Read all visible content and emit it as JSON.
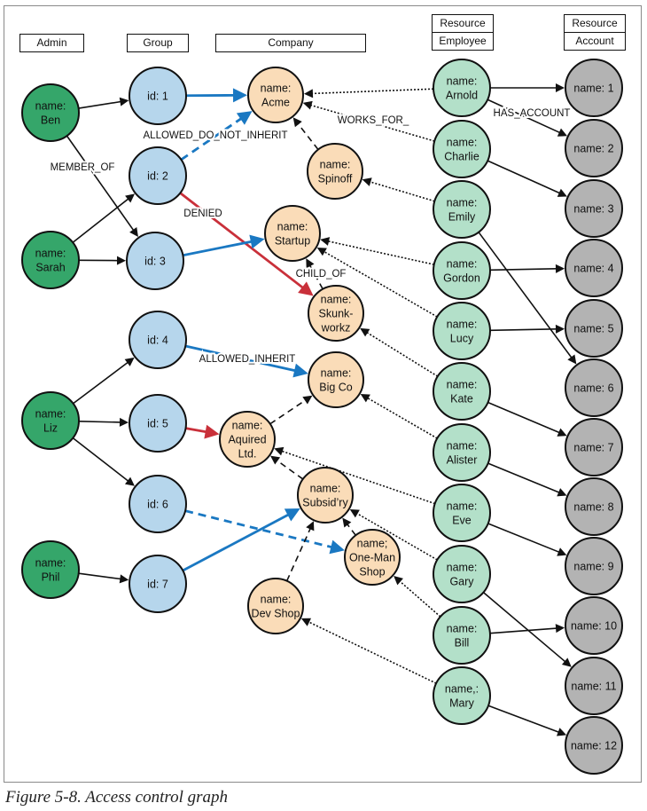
{
  "caption": "Figure 5-8. Access control graph",
  "colors": {
    "admin": "#35a66a",
    "group": "#b6d6ec",
    "company": "#fadcb8",
    "employee": "#b3e0c9",
    "account": "#b3b3b3",
    "allowed": "#1a78c2",
    "denied": "#c9303a",
    "stroke": "#111111"
  },
  "headers": [
    {
      "id": "admin",
      "lines": [
        "Admin"
      ]
    },
    {
      "id": "group",
      "lines": [
        "Group"
      ]
    },
    {
      "id": "company",
      "lines": [
        "Company"
      ]
    },
    {
      "id": "employee",
      "lines": [
        "Resource",
        "Employee"
      ]
    },
    {
      "id": "account",
      "lines": [
        "Resource",
        "Account"
      ]
    }
  ],
  "nodes": [
    {
      "id": "ben",
      "type": "admin",
      "lines": [
        "name:",
        "Ben"
      ]
    },
    {
      "id": "sarah",
      "type": "admin",
      "lines": [
        "name:",
        "Sarah"
      ]
    },
    {
      "id": "liz",
      "type": "admin",
      "lines": [
        "name:",
        "Liz"
      ]
    },
    {
      "id": "phil",
      "type": "admin",
      "lines": [
        "name:",
        "Phil"
      ]
    },
    {
      "id": "g1",
      "type": "group",
      "lines": [
        "id: 1"
      ]
    },
    {
      "id": "g2",
      "type": "group",
      "lines": [
        "id: 2"
      ]
    },
    {
      "id": "g3",
      "type": "group",
      "lines": [
        "id: 3"
      ]
    },
    {
      "id": "g4",
      "type": "group",
      "lines": [
        "id: 4"
      ]
    },
    {
      "id": "g5",
      "type": "group",
      "lines": [
        "id: 5"
      ]
    },
    {
      "id": "g6",
      "type": "group",
      "lines": [
        "id: 6"
      ]
    },
    {
      "id": "g7",
      "type": "group",
      "lines": [
        "id: 7"
      ]
    },
    {
      "id": "acme",
      "type": "company",
      "lines": [
        "name:",
        "Acme"
      ]
    },
    {
      "id": "spinoff",
      "type": "company",
      "lines": [
        "name:",
        "Spinoff"
      ]
    },
    {
      "id": "startup",
      "type": "company",
      "lines": [
        "name:",
        "Startup"
      ]
    },
    {
      "id": "skunkworkz",
      "type": "company",
      "lines": [
        "name:",
        "Skunk-",
        "workz"
      ]
    },
    {
      "id": "bigco",
      "type": "company",
      "lines": [
        "name:",
        "Big Co"
      ]
    },
    {
      "id": "aquired",
      "type": "company",
      "lines": [
        "name:",
        "Aquired",
        "Ltd."
      ]
    },
    {
      "id": "subsidry",
      "type": "company",
      "lines": [
        "name:",
        "Subsid’ry"
      ]
    },
    {
      "id": "onemanshop",
      "type": "company",
      "lines": [
        "name;",
        "One-Man",
        "Shop"
      ]
    },
    {
      "id": "devshop",
      "type": "company",
      "lines": [
        "name:",
        "Dev Shop"
      ]
    },
    {
      "id": "arnold",
      "type": "employee",
      "lines": [
        "name:",
        "Arnold"
      ]
    },
    {
      "id": "charlie",
      "type": "employee",
      "lines": [
        "name:",
        "Charlie"
      ]
    },
    {
      "id": "emily",
      "type": "employee",
      "lines": [
        "name:",
        "Emily"
      ]
    },
    {
      "id": "gordon",
      "type": "employee",
      "lines": [
        "name:",
        "Gordon"
      ]
    },
    {
      "id": "lucy",
      "type": "employee",
      "lines": [
        "name:",
        "Lucy"
      ]
    },
    {
      "id": "kate",
      "type": "employee",
      "lines": [
        "name:",
        "Kate"
      ]
    },
    {
      "id": "alister",
      "type": "employee",
      "lines": [
        "name:",
        "Alister"
      ]
    },
    {
      "id": "eve",
      "type": "employee",
      "lines": [
        "name:",
        "Eve"
      ]
    },
    {
      "id": "gary",
      "type": "employee",
      "lines": [
        "name:",
        "Gary"
      ]
    },
    {
      "id": "bill",
      "type": "employee",
      "lines": [
        "name:",
        "Bill"
      ]
    },
    {
      "id": "mary",
      "type": "employee",
      "lines": [
        "name,:",
        "Mary"
      ]
    },
    {
      "id": "a1",
      "type": "account",
      "lines": [
        "name: 1"
      ]
    },
    {
      "id": "a2",
      "type": "account",
      "lines": [
        "name: 2"
      ]
    },
    {
      "id": "a3",
      "type": "account",
      "lines": [
        "name: 3"
      ]
    },
    {
      "id": "a4",
      "type": "account",
      "lines": [
        "name: 4"
      ]
    },
    {
      "id": "a5",
      "type": "account",
      "lines": [
        "name: 5"
      ]
    },
    {
      "id": "a6",
      "type": "account",
      "lines": [
        "name: 6"
      ]
    },
    {
      "id": "a7",
      "type": "account",
      "lines": [
        "name: 7"
      ]
    },
    {
      "id": "a8",
      "type": "account",
      "lines": [
        "name: 8"
      ]
    },
    {
      "id": "a9",
      "type": "account",
      "lines": [
        "name: 9"
      ]
    },
    {
      "id": "a10",
      "type": "account",
      "lines": [
        "name: 10"
      ]
    },
    {
      "id": "a11",
      "type": "account",
      "lines": [
        "name: 11"
      ]
    },
    {
      "id": "a12",
      "type": "account",
      "lines": [
        "name: 12"
      ]
    }
  ],
  "edges": [
    {
      "from": "ben",
      "to": "g1",
      "rel": "MEMBER_OF"
    },
    {
      "from": "ben",
      "to": "g3",
      "rel": "MEMBER_OF"
    },
    {
      "from": "sarah",
      "to": "g2",
      "rel": "MEMBER_OF"
    },
    {
      "from": "sarah",
      "to": "g3",
      "rel": "MEMBER_OF"
    },
    {
      "from": "liz",
      "to": "g4",
      "rel": "MEMBER_OF"
    },
    {
      "from": "liz",
      "to": "g5",
      "rel": "MEMBER_OF"
    },
    {
      "from": "liz",
      "to": "g6",
      "rel": "MEMBER_OF"
    },
    {
      "from": "phil",
      "to": "g7",
      "rel": "MEMBER_OF"
    },
    {
      "from": "g1",
      "to": "acme",
      "rel": "ALLOWED_INHERIT"
    },
    {
      "from": "g2",
      "to": "acme",
      "rel": "ALLOWED_DO_NOT_INHERIT"
    },
    {
      "from": "g2",
      "to": "skunkworkz",
      "rel": "DENIED"
    },
    {
      "from": "g3",
      "to": "startup",
      "rel": "ALLOWED_INHERIT"
    },
    {
      "from": "g4",
      "to": "bigco",
      "rel": "ALLOWED_INHERIT"
    },
    {
      "from": "g5",
      "to": "aquired",
      "rel": "DENIED"
    },
    {
      "from": "g6",
      "to": "onemanshop",
      "rel": "ALLOWED_DO_NOT_INHERIT"
    },
    {
      "from": "g7",
      "to": "subsidry",
      "rel": "ALLOWED_INHERIT"
    },
    {
      "from": "spinoff",
      "to": "acme",
      "rel": "CHILD_OF"
    },
    {
      "from": "skunkworkz",
      "to": "startup",
      "rel": "CHILD_OF"
    },
    {
      "from": "aquired",
      "to": "bigco",
      "rel": "CHILD_OF"
    },
    {
      "from": "subsidry",
      "to": "aquired",
      "rel": "CHILD_OF"
    },
    {
      "from": "onemanshop",
      "to": "subsidry",
      "rel": "CHILD_OF"
    },
    {
      "from": "devshop",
      "to": "subsidry",
      "rel": "CHILD_OF"
    },
    {
      "from": "arnold",
      "to": "acme",
      "rel": "WORKS_FOR"
    },
    {
      "from": "charlie",
      "to": "acme",
      "rel": "WORKS_FOR"
    },
    {
      "from": "emily",
      "to": "spinoff",
      "rel": "WORKS_FOR"
    },
    {
      "from": "gordon",
      "to": "startup",
      "rel": "WORKS_FOR"
    },
    {
      "from": "lucy",
      "to": "startup",
      "rel": "WORKS_FOR"
    },
    {
      "from": "kate",
      "to": "skunkworkz",
      "rel": "WORKS_FOR"
    },
    {
      "from": "alister",
      "to": "bigco",
      "rel": "WORKS_FOR"
    },
    {
      "from": "eve",
      "to": "aquired",
      "rel": "WORKS_FOR"
    },
    {
      "from": "gary",
      "to": "subsidry",
      "rel": "WORKS_FOR"
    },
    {
      "from": "bill",
      "to": "onemanshop",
      "rel": "WORKS_FOR"
    },
    {
      "from": "mary",
      "to": "devshop",
      "rel": "WORKS_FOR"
    },
    {
      "from": "arnold",
      "to": "a1",
      "rel": "HAS_ACCOUNT"
    },
    {
      "from": "arnold",
      "to": "a2",
      "rel": "HAS_ACCOUNT"
    },
    {
      "from": "charlie",
      "to": "a3",
      "rel": "HAS_ACCOUNT"
    },
    {
      "from": "emily",
      "to": "a6",
      "rel": "HAS_ACCOUNT"
    },
    {
      "from": "gordon",
      "to": "a4",
      "rel": "HAS_ACCOUNT"
    },
    {
      "from": "lucy",
      "to": "a5",
      "rel": "HAS_ACCOUNT"
    },
    {
      "from": "kate",
      "to": "a7",
      "rel": "HAS_ACCOUNT"
    },
    {
      "from": "alister",
      "to": "a8",
      "rel": "HAS_ACCOUNT"
    },
    {
      "from": "eve",
      "to": "a9",
      "rel": "HAS_ACCOUNT"
    },
    {
      "from": "gary",
      "to": "a11",
      "rel": "HAS_ACCOUNT"
    },
    {
      "from": "bill",
      "to": "a10",
      "rel": "HAS_ACCOUNT"
    },
    {
      "from": "mary",
      "to": "a12",
      "rel": "HAS_ACCOUNT"
    }
  ],
  "edge_labels": [
    {
      "id": "member-of",
      "text": "MEMBER_OF"
    },
    {
      "id": "allowed-do-not-inherit",
      "text": "ALLOWED_DO_NOT_INHERIT"
    },
    {
      "id": "denied",
      "text": "DENIED"
    },
    {
      "id": "allowed-inherit",
      "text": "ALLOWED_INHERIT"
    },
    {
      "id": "child-of",
      "text": "CHILD_OF"
    },
    {
      "id": "works-for",
      "text": "WORKS_FOR_"
    },
    {
      "id": "has-account",
      "text": "HAS_ACCOUNT"
    }
  ]
}
